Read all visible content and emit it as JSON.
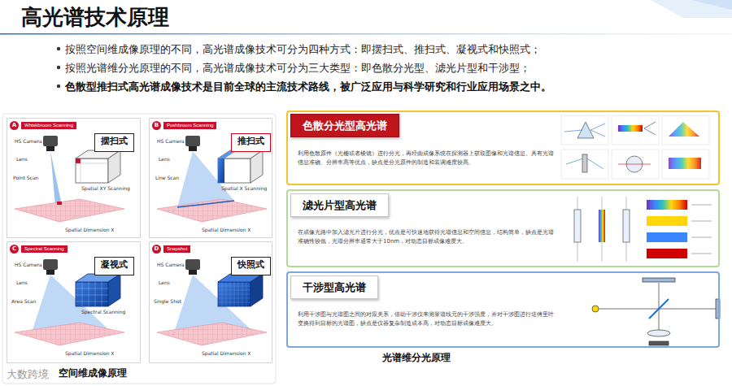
{
  "diagram": {
    "title": "高光谱技术原理",
    "nodes": [
      {
        "text": [
          "A",
          "Whiskbroom Scanning"
        ]
      },
      {
        "text": [
          "摆扫式"
        ],
        "in": 0
      },
      {
        "text": [
          "B",
          "Pushbroom Scanning"
        ]
      },
      {
        "text": [
          "推扫式"
        ],
        "in": 2
      },
      {
        "text": [
          "C",
          "Spectral Scanning"
        ]
      },
      {
        "text": [
          "凝视式"
        ],
        "in": 4
      },
      {
        "text": [
          "D",
          "Snapshot"
        ]
      },
      {
        "text": [
          "快照式"
        ],
        "in": 6
      },
      {
        "text": [
          "利用色散原件（光栅或者棱镜）进行分光，再经由成像系统在探测器上获取图像和光谱信息。具有光谱信息准确、分辨率高等优点，缺点是分光原件的制造和装调难度较高。"
        ]
      },
      {
        "text": [
          "色散分光型高光谱"
        ],
        "in": 8
      },
      {
        "text": [
          "在成像光路中加入滤光片进行分光，优点是可快速地获得光谱信息和空间信息，结构简单，缺点是光谱准确性较低，光谱分辨率通常大于10nm，对动态目标成像难度大。"
        ]
      },
      {
        "text": [
          "滤光片型高光谱"
        ],
        "in": 10
      },
      {
        "text": [
          "利用干涉图与光谱图之间的对应关系，借助干涉仪来测量谱线元的干涉强度，并对干涉图进行逆傅里叶变换得到目标的光谱图，缺点是仪器复杂制造成本高，对动态目标成像难度大。"
        ]
      },
      {
        "text": [
          "干涉型高光谱"
        ],
        "in": 12
      }
    ],
    "labels": [
      "按照空间维成像原理的不同，高光谱成像技术可分为四种方式：即摆扫式、推扫式、凝视式和快照式；",
      "按照光谱维分光原理的不同，高光谱成像技术可分为三大类型：即色散分光型、滤光片型和干涉型；",
      "色散型推扫式高光谱成像技术是目前全球的主流技术路线，被广泛应用与科学研究和行业应用场景之中。",
      "空间维成像原理",
      "光谱维分光原理",
      "大数跨境",
      "HS Camera",
      "Lens",
      "Point Scan",
      "Spatial XY Scanning",
      "Spatial Dimension X",
      "HS Camera",
      "Lens",
      "Line Scan",
      "Spatial X Scanning",
      "Spatial Dimension X",
      "HS Camera",
      "Lens",
      "Area Scan",
      "Spectral Scanning",
      "Spatial Dimension X",
      "HS Camera",
      "Lens",
      "Single Shot",
      "Spatial Dimension X"
    ]
  }
}
